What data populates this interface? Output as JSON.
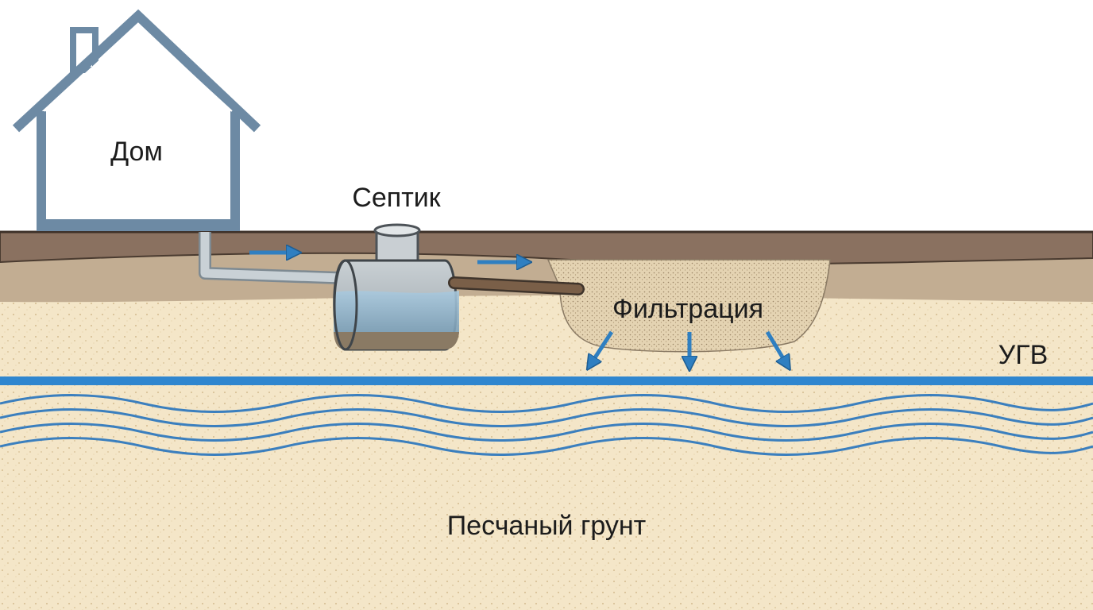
{
  "labels": {
    "house": "Дом",
    "septic": "Септик",
    "filtration": "Фильтрация",
    "groundwater": "УГВ",
    "soil": "Песчаный грунт"
  },
  "colors": {
    "sky": "#ffffff",
    "house_stroke": "#6d8aa4",
    "topsoil": "#8a7160",
    "subsoil": "#c2ad92",
    "sand": "#f4e6c8",
    "sand_dots": "#c9ad7d",
    "filter_bed": "#e4d3b2",
    "filter_dots": "#9a8466",
    "tank_body": "#9aa3a8",
    "tank_water": "#8fb5cf",
    "tank_sludge": "#8a7a64",
    "pipe_gray": "#b9c2c8",
    "pipe_brown": "#7a5f48",
    "flow_arrow": "#2f7fc1",
    "groundwater_line": "#2f86cf",
    "wave_lines": "#3b7fbe"
  }
}
